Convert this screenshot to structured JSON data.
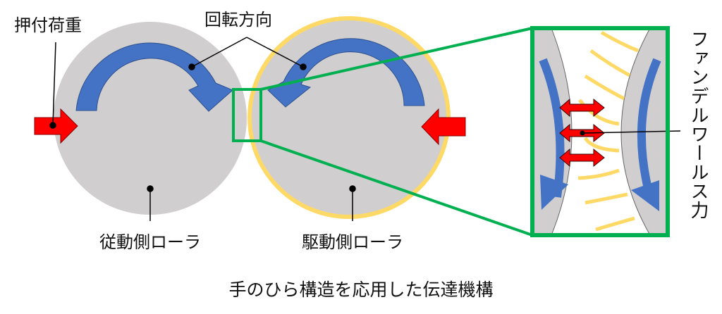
{
  "labels": {
    "pressing_load": "押付荷重",
    "rotation_direction": "回転方向",
    "driven_roller": "従動側ローラ",
    "drive_roller": "駆動側ローラ",
    "van_der_waals": "ファンデルワールス力",
    "caption": "手のひら構造を応用した伝達機構"
  },
  "colors": {
    "roller_gray": "#d0cecf",
    "rotation_blue": "#4472c4",
    "force_red": "#ff0000",
    "coating_yellow": "#ffd966",
    "zoom_green": "#00b050"
  }
}
